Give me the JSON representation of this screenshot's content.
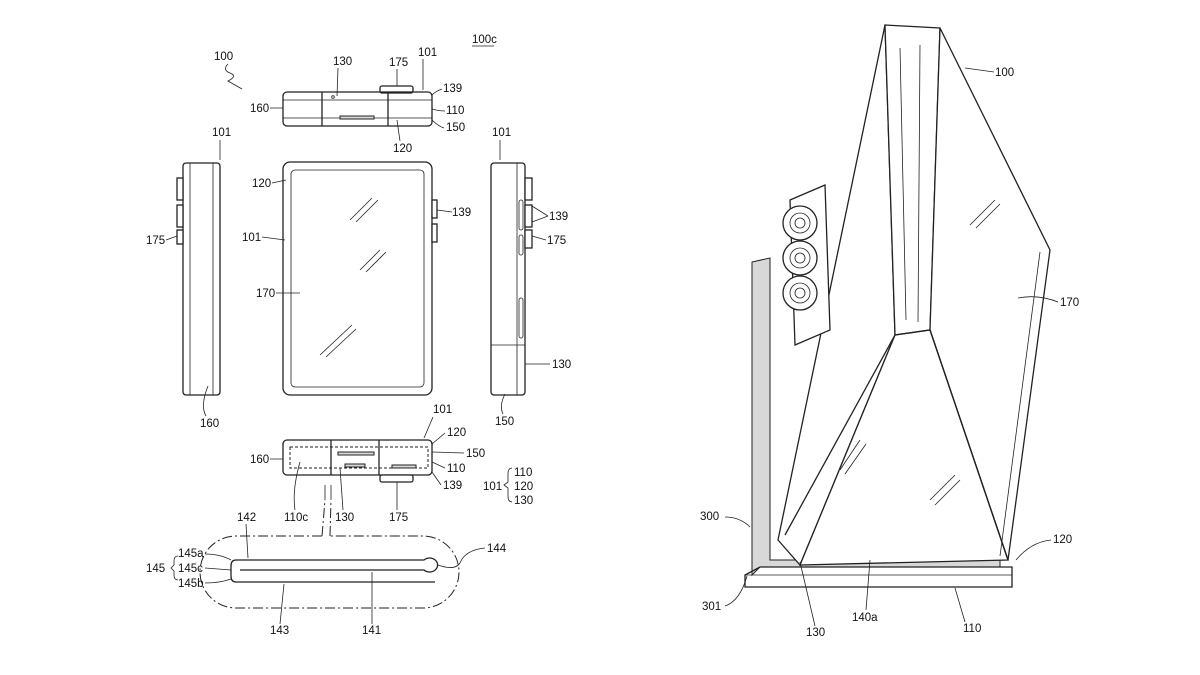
{
  "figure_left": {
    "ref_main": "100",
    "ref_view": "100c",
    "top_view": {
      "l130": "130",
      "l175": "175",
      "l101": "101",
      "l139": "139",
      "l110": "110",
      "l150": "150",
      "l160": "160",
      "l120": "120"
    },
    "left_side_view": {
      "l101": "101",
      "l175": "175",
      "l160": "160"
    },
    "front_view": {
      "l120": "120",
      "l101": "101",
      "l170": "170",
      "l139": "139"
    },
    "right_side_view": {
      "l101": "101",
      "l139": "139",
      "l175": "175",
      "l130": "130",
      "l150": "150"
    },
    "bottom_view": {
      "l101": "101",
      "l120": "120",
      "l150": "150",
      "l160": "160",
      "l110": "110",
      "l139": "139",
      "l110c": "110c",
      "l130": "130",
      "l175": "175"
    },
    "group_101": {
      "label": "101",
      "members": [
        "110",
        "120",
        "130"
      ]
    },
    "detail": {
      "l142": "142",
      "l145": "145",
      "l145a": "145a",
      "l145c": "145c",
      "l145b": "145b",
      "l144": "144",
      "l143": "143",
      "l141": "141"
    }
  },
  "figure_right": {
    "l100": "100",
    "l170": "170",
    "l300": "300",
    "l120": "120",
    "l301": "301",
    "l130": "130",
    "l140a": "140a",
    "l110": "110"
  }
}
